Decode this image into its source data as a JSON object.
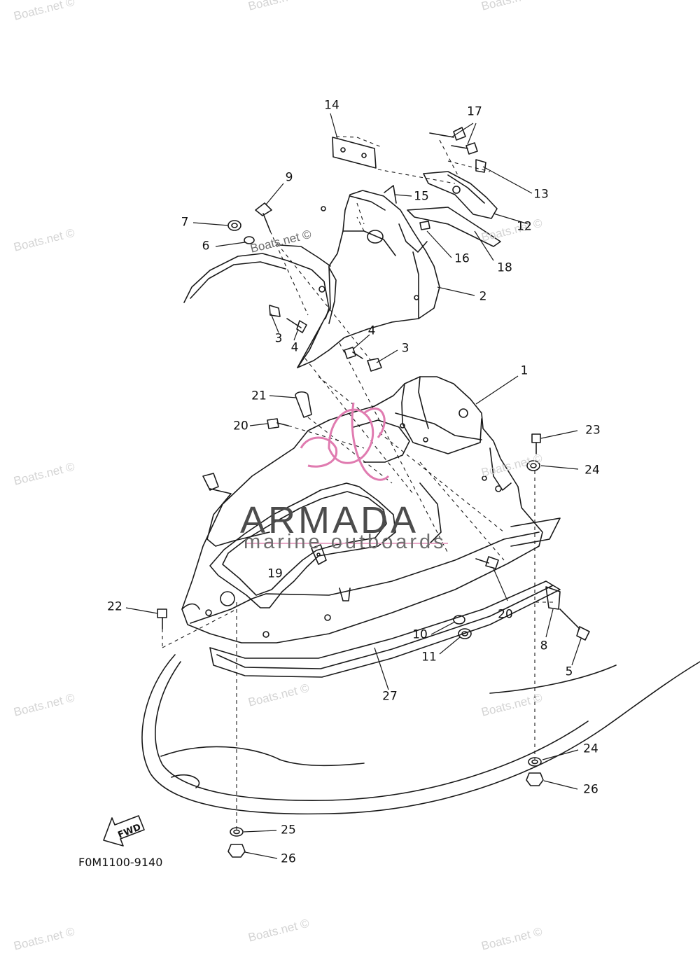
{
  "watermark": "Boats.net ©",
  "brand": {
    "name": "ARMADA",
    "tagline": "marine outboards",
    "accent_color": "#e07bb0"
  },
  "diagram_code": "F0M1100-9140",
  "fwd_label": "FWD",
  "callouts": [
    "1",
    "2",
    "3",
    "3",
    "4",
    "4",
    "5",
    "6",
    "7",
    "8",
    "9",
    "10",
    "11",
    "12",
    "13",
    "14",
    "15",
    "16",
    "17",
    "18",
    "19",
    "20",
    "20",
    "21",
    "22",
    "23",
    "24",
    "24",
    "25",
    "26",
    "26",
    "27"
  ]
}
